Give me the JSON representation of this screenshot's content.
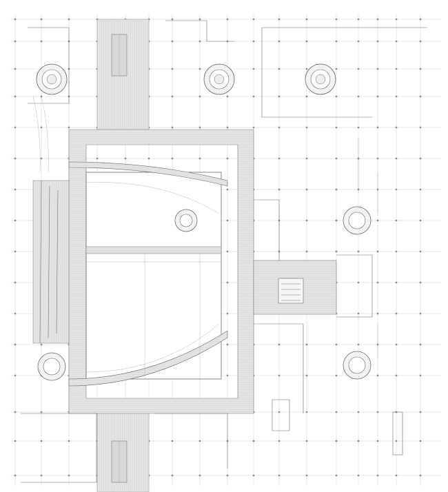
{
  "drawing": {
    "labels": [
      {
        "id": "top-left-room",
        "text": "",
        "x_tag": "tl1"
      },
      {
        "id": "stage-main",
        "text": ""
      }
    ]
  },
  "colors": {
    "wall": "#6d6d6d",
    "hatch": "#c9c9c9",
    "grid": "#cfcfcf",
    "light-fill": "#e7e7e7"
  }
}
